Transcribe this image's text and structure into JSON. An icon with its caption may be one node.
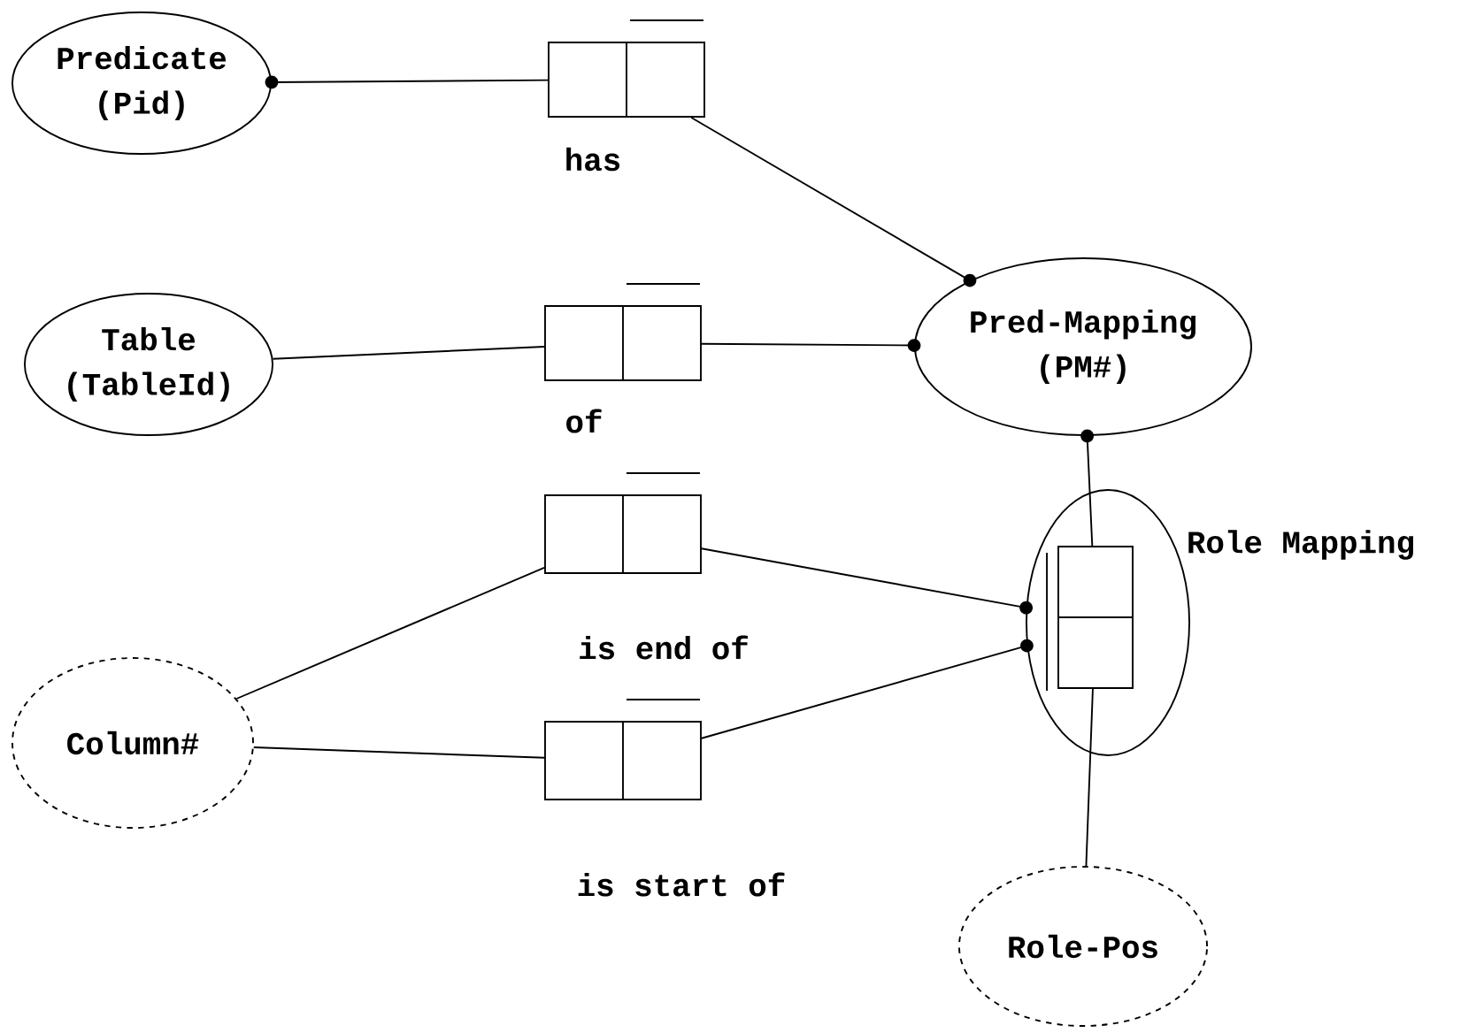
{
  "diagram": {
    "nodes": [
      {
        "text": [
          "Predicate",
          "(Pid)"
        ]
      },
      {
        "text": [
          "Table",
          "(TableId)"
        ]
      },
      {
        "text": [
          "Column#"
        ]
      },
      {
        "text": [
          "Pred-Mapping",
          "(PM#)"
        ]
      },
      {
        "text": [
          "Role Mapping"
        ]
      },
      {
        "text": [
          "Role-Pos"
        ]
      },
      {
        "text": [],
        "shape": "box",
        "beside": [
          "has"
        ]
      },
      {
        "text": [],
        "shape": "box",
        "beside": [
          "of"
        ]
      },
      {
        "text": [],
        "shape": "box",
        "beside": [
          "is end of"
        ]
      },
      {
        "text": [],
        "shape": "box",
        "beside": [
          "is start of"
        ]
      },
      {
        "text": [],
        "shape": "box",
        "in": 4
      }
    ],
    "edges": [
      {
        "from": 6,
        "to": 0,
        "arrow": "other"
      },
      {
        "from": 6,
        "to": 3,
        "arrow": "other"
      },
      {
        "from": 1,
        "to": 7,
        "arrow": "none"
      },
      {
        "from": 7,
        "to": 3,
        "arrow": "other"
      },
      {
        "from": 2,
        "to": 8,
        "arrow": "none"
      },
      {
        "from": 8,
        "to": 4,
        "arrow": "other"
      },
      {
        "from": 2,
        "to": 9,
        "arrow": "none"
      },
      {
        "from": 9,
        "to": 4,
        "arrow": "other"
      },
      {
        "from": 10,
        "to": 3,
        "arrow": "other"
      },
      {
        "from": 10,
        "to": 5,
        "arrow": "none"
      }
    ]
  }
}
